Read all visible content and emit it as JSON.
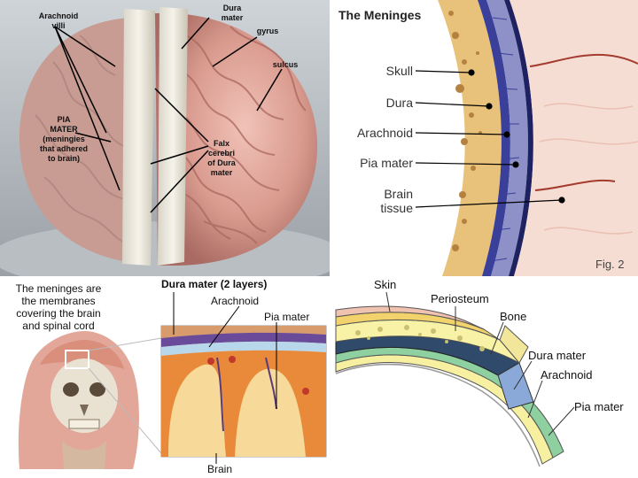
{
  "panel_brain_photo": {
    "arachnoid_villi": [
      "Arachnoid",
      "villi"
    ],
    "dura_mater": [
      "Dura",
      "mater"
    ],
    "gyrus": "gyrus",
    "sulcus": "sulcus",
    "pia_mater": [
      "PIA",
      "MATER",
      "(meningies",
      "that adhered",
      "to brain)"
    ],
    "falx": [
      "Falx",
      "cerebri",
      "of Dura",
      "mater"
    ]
  },
  "panel_meninges_section": {
    "title": "The Meninges",
    "skull": "Skull",
    "dura": "Dura",
    "arachnoid": "Arachnoid",
    "pia_mater": "Pia mater",
    "brain_tissue": [
      "Brain",
      "tissue"
    ],
    "fig": "Fig. 2"
  },
  "panel_head": {
    "caption": [
      "The meninges are",
      "the membranes",
      "covering the brain",
      "and spinal cord"
    ],
    "dura_mater": "Dura mater (2 layers)",
    "arachnoid": "Arachnoid",
    "pia_mater": "Pia mater",
    "brain": "Brain"
  },
  "panel_layers": {
    "skin": "Skin",
    "periosteum": "Periosteum",
    "bone": "Bone",
    "dura_mater": "Dura mater",
    "arachnoid": "Arachnoid",
    "pia_mater": "Pia mater"
  },
  "colors": {
    "brain_pink": "#d99a8e",
    "bone_tan": "#e8c27a",
    "dura_blue": "#3a3f9a",
    "brain_orange": "#e98a3a",
    "layer_yellow": "#f6f0a0"
  }
}
